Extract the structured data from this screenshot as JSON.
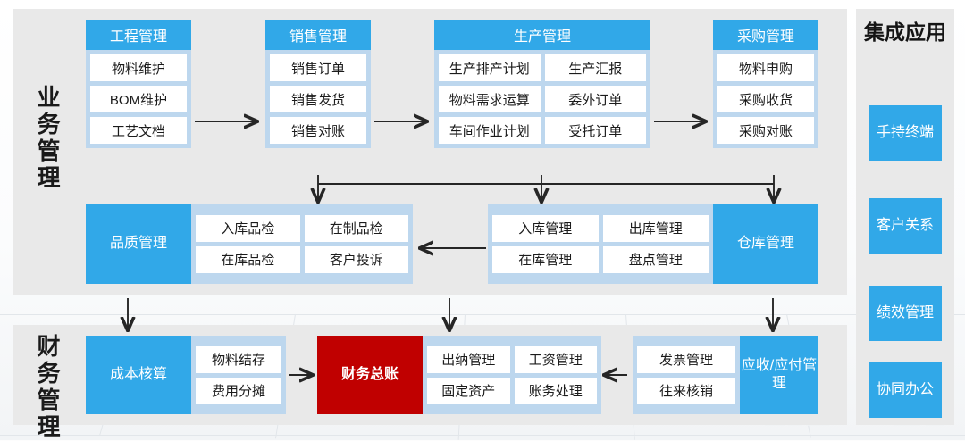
{
  "sections": {
    "business_label": "业务管理",
    "finance_label": "财务管理",
    "apps_title": "集成应用"
  },
  "business_row1": [
    {
      "name": "engineering",
      "title": "工程管理",
      "columns": 1,
      "items": [
        "物料维护",
        "BOM维护",
        "工艺文档"
      ]
    },
    {
      "name": "sales",
      "title": "销售管理",
      "columns": 1,
      "items": [
        "销售订单",
        "销售发货",
        "销售对账"
      ]
    },
    {
      "name": "production",
      "title": "生产管理",
      "columns": 2,
      "items": [
        "生产排产计划",
        "生产汇报",
        "物料需求运算",
        "委外订单",
        "车间作业计划",
        "受托订单"
      ]
    },
    {
      "name": "purchasing",
      "title": "采购管理",
      "columns": 1,
      "items": [
        "物料申购",
        "采购收货",
        "采购对账"
      ]
    }
  ],
  "business_row2": [
    {
      "name": "quality",
      "title": "品质管理",
      "tag_side": "left",
      "columns": 2,
      "items": [
        "入库品检",
        "在制品检",
        "在库品检",
        "客户投诉"
      ]
    },
    {
      "name": "warehouse",
      "title": "仓库管理",
      "tag_side": "right",
      "columns": 2,
      "items": [
        "入库管理",
        "出库管理",
        "在库管理",
        "盘点管理"
      ]
    }
  ],
  "finance_row": [
    {
      "name": "cost-accounting",
      "title": "成本核算",
      "tag_side": "left",
      "accent": "#31a8e8",
      "columns": 1,
      "items": [
        "物料结存",
        "费用分摊"
      ]
    },
    {
      "name": "general-ledger",
      "title": "财务总账",
      "tag_side": "left",
      "accent": "#c00000",
      "columns": 2,
      "items": [
        "出纳管理",
        "工资管理",
        "固定资产",
        "账务处理"
      ]
    },
    {
      "name": "receivable-payable",
      "title": "应收/应付管理",
      "tag_side": "right",
      "accent": "#31a8e8",
      "columns": 1,
      "items": [
        "发票管理",
        "往来核销"
      ]
    }
  ],
  "apps": [
    {
      "name": "handheld-terminal",
      "label": "手持终端"
    },
    {
      "name": "customer-relations",
      "label": "客户关系"
    },
    {
      "name": "performance-management",
      "label": "绩效管理"
    },
    {
      "name": "collaborative-office",
      "label": "协同办公"
    }
  ],
  "colors": {
    "accent_blue": "#31a8e8",
    "light_blue": "#bdd7ee",
    "accent_red": "#c00000",
    "panel_gray": "#e9e9e9"
  }
}
